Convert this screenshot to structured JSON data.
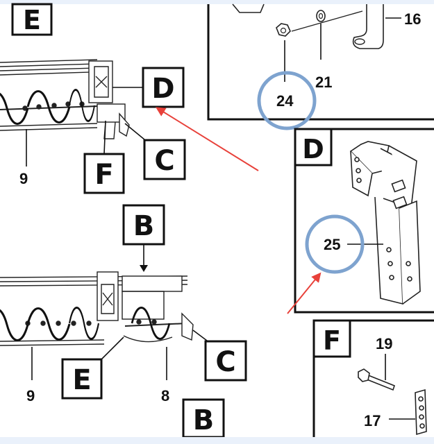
{
  "callout_boxes": {
    "top_left_e": "E",
    "upper_d": "D",
    "upper_c": "C",
    "upper_f": "F",
    "lower_b": "B",
    "lower_c": "C",
    "lower_e": "E",
    "bottom_b": "B"
  },
  "detail_panels": {
    "d": {
      "title": "D",
      "part_label": "25"
    },
    "top": {
      "labels": [
        "16",
        "21",
        "24"
      ]
    },
    "f": {
      "title": "F",
      "labels": [
        "19",
        "17"
      ]
    }
  },
  "part_numbers": {
    "upper_auger": "9",
    "lower_auger_left": "9",
    "lower_auger_right": "8"
  },
  "highlight_colors": {
    "circle": "#7ea3cf",
    "arrow": "#e8413a",
    "background": "#eaf1fb"
  }
}
